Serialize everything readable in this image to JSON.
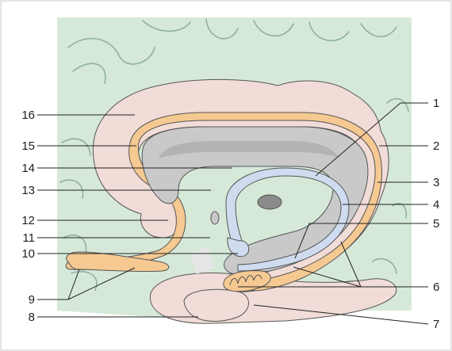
{
  "labels": {
    "left": [
      "16",
      "15",
      "14",
      "13",
      "12",
      "11",
      "10",
      "9",
      "8"
    ],
    "right": [
      "1",
      "2",
      "3",
      "4",
      "5",
      "6",
      "7"
    ]
  },
  "colors": {
    "frame": "#c8c8c8",
    "background": "#d6e9d9",
    "gyri_lines": "#8fb09c",
    "cortex_pink": "#f1dcd8",
    "tract_orange": "#f5c991",
    "ventricle_gray": "#c9c9c9",
    "fornix_blue": "#cfdcf0",
    "text": "#222222"
  }
}
